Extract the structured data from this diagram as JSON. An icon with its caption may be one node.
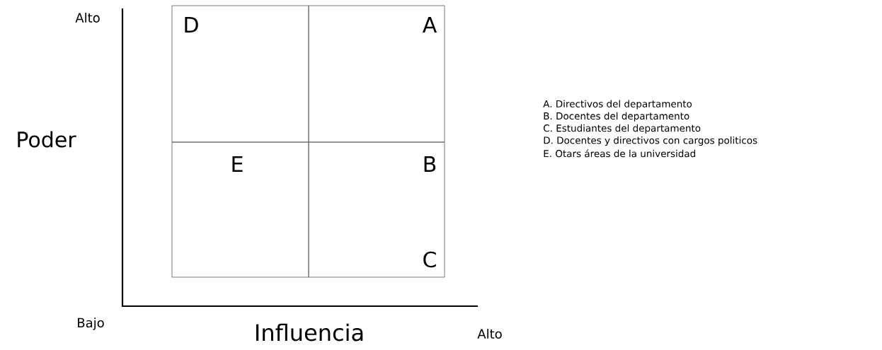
{
  "diagram": {
    "nodes": [
      {
        "text": [
          "D"
        ]
      },
      {
        "text": [
          "A"
        ]
      },
      {
        "text": [
          "E"
        ]
      },
      {
        "text": [
          "B",
          "C"
        ]
      }
    ],
    "labels": [
      "Alto",
      "Poder",
      "Bajo",
      "Influencia",
      "Alto",
      "A. Directivos del departamento",
      "B. Docentes del departamento",
      "C. Estudiantes del departamento",
      "D. Docentes y directivos con cargos politicos",
      "E. Otars áreas de la universidad"
    ]
  }
}
